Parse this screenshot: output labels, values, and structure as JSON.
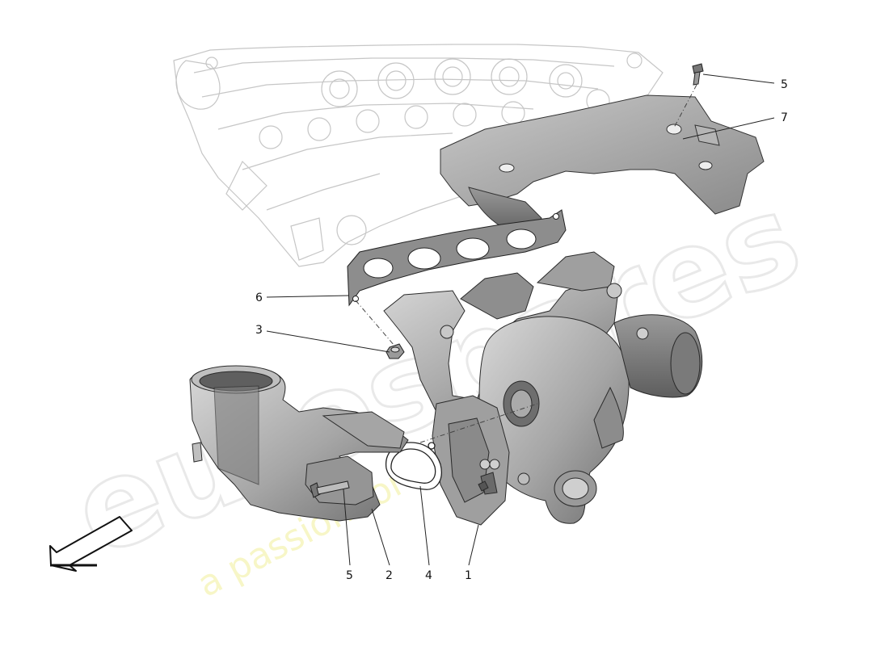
{
  "watermark": {
    "logo_text": "eurospares",
    "tagline": "a passion for parts since 1985",
    "logo_color": "#e4e4e4",
    "tagline_color": "#f2f09a"
  },
  "colors": {
    "line": "#222222",
    "engine_outline": "#c8c8c8",
    "part_fill": "#a9a9a9",
    "part_fill_dark": "#7d7d7d",
    "part_fill_light": "#d2d2d2"
  },
  "callouts": [
    {
      "id": "part-5-top",
      "label": "5"
    },
    {
      "id": "part-7",
      "label": "7"
    },
    {
      "id": "part-6",
      "label": "6"
    },
    {
      "id": "part-3",
      "label": "3"
    },
    {
      "id": "part-5-bottom",
      "label": "5"
    },
    {
      "id": "part-2",
      "label": "2"
    },
    {
      "id": "part-4",
      "label": "4"
    },
    {
      "id": "part-1",
      "label": "1"
    }
  ],
  "icons": {
    "direction_arrow": "arrow-front-icon"
  }
}
